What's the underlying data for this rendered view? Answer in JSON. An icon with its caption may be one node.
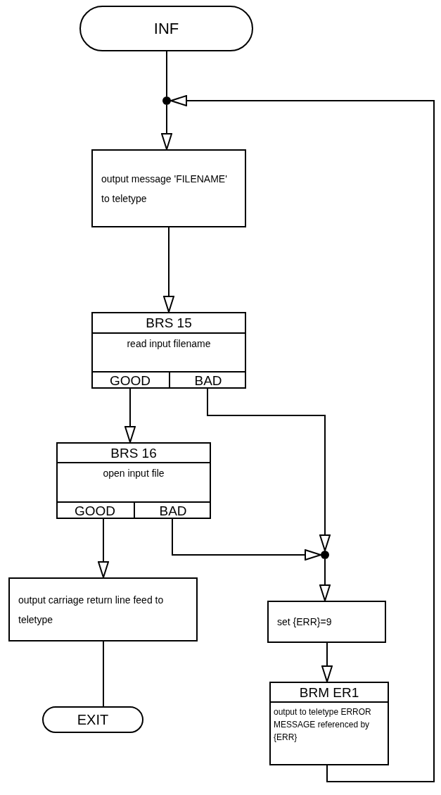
{
  "diagram": {
    "nodes": [
      {
        "text": [
          "INF"
        ]
      },
      {
        "text": [],
        "shape": "circle"
      },
      {
        "text": [
          "output message 'FILENAME' to teletype"
        ]
      },
      {
        "text": [
          "BRS 15",
          "read input filename"
        ]
      },
      {
        "text": [
          "GOOD"
        ],
        "in": 3
      },
      {
        "text": [
          "BAD"
        ],
        "in": 3
      },
      {
        "text": [
          "BRS 16",
          "open input file"
        ]
      },
      {
        "text": [
          "GOOD"
        ],
        "in": 6
      },
      {
        "text": [
          "BAD"
        ],
        "in": 6
      },
      {
        "text": [
          "output carriage return line feed to teletype"
        ]
      },
      {
        "text": [
          "EXIT"
        ]
      },
      {
        "text": [],
        "shape": "circle"
      },
      {
        "text": [
          "set {ERR}=9"
        ]
      },
      {
        "text": [
          "BRM ER1",
          "output to teletype ERROR MESSAGE referenced by {ERR}"
        ]
      }
    ],
    "edges": [
      {
        "from": 0,
        "to": 1,
        "arrow": "none"
      },
      {
        "from": 1,
        "to": 2,
        "arrow": "to"
      },
      {
        "from": 2,
        "to": 3,
        "arrow": "to"
      },
      {
        "from": 4,
        "to": 6,
        "arrow": "to"
      },
      {
        "from": 5,
        "to": 11,
        "arrow": "to"
      },
      {
        "from": 7,
        "to": 9,
        "arrow": "to"
      },
      {
        "from": 8,
        "to": 11,
        "arrow": "to"
      },
      {
        "from": 11,
        "to": 12,
        "arrow": "to"
      },
      {
        "from": 12,
        "to": 13,
        "arrow": "to"
      },
      {
        "from": 9,
        "to": 10,
        "arrow": "none"
      },
      {
        "from": 13,
        "to": 1,
        "arrow": "to"
      }
    ]
  }
}
